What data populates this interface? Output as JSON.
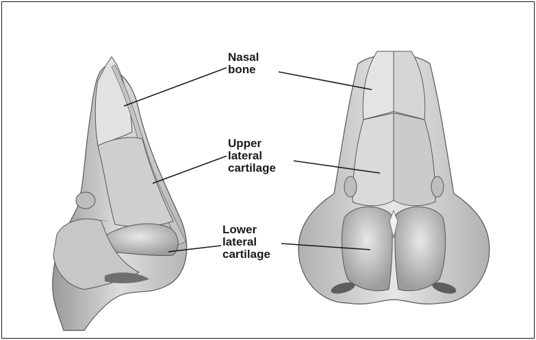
{
  "labels": {
    "nasal_bone": [
      "Nasal",
      "bone"
    ],
    "upper_lateral_cartilage": [
      "Upper",
      "lateral",
      "cartilage"
    ],
    "lower_lateral_cartilage": [
      "Lower",
      "lateral",
      "cartilage"
    ]
  },
  "colors": {
    "ink": "#1a1a1a",
    "bone": "#d9d9d9",
    "shade": "#a8a8a8",
    "deep": "#6f6f6f",
    "frame": "#111111"
  }
}
